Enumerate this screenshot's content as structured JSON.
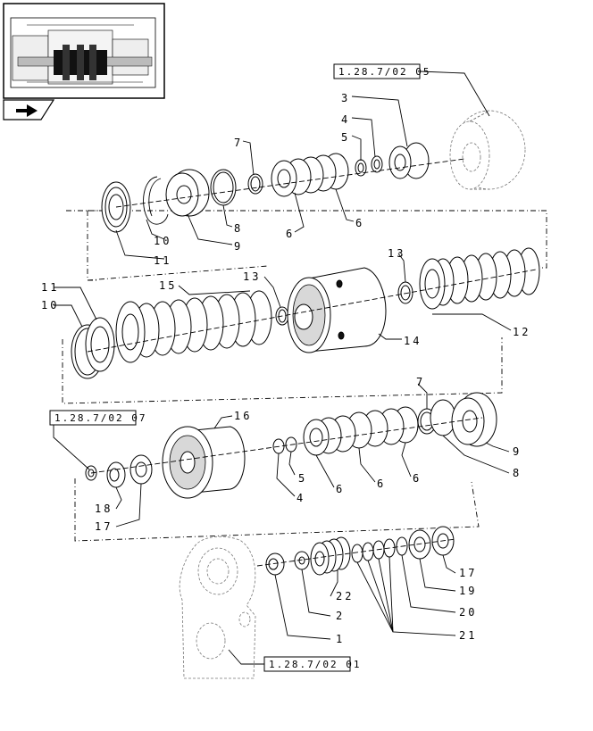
{
  "references": {
    "top": "1.28.7/02 05",
    "middle": "1.28.7/02 07",
    "bottom": "1.28.7/02 01"
  },
  "labels": {
    "p1": "1",
    "p2": "2",
    "p3": "3",
    "p4": "4",
    "p5": "5",
    "p6": "6",
    "p7": "7",
    "p8": "8",
    "p9": "9",
    "p10": "10",
    "p11": "11",
    "p12": "12",
    "p13": "13",
    "p14": "14",
    "p15": "15",
    "p16": "16",
    "p17": "17",
    "p18": "18",
    "p19": "19",
    "p20": "20",
    "p21": "21",
    "p22": "22"
  },
  "icons": {
    "thumbnail": "transmission-overview-icon",
    "navigation": "arrow-navigation-icon"
  }
}
